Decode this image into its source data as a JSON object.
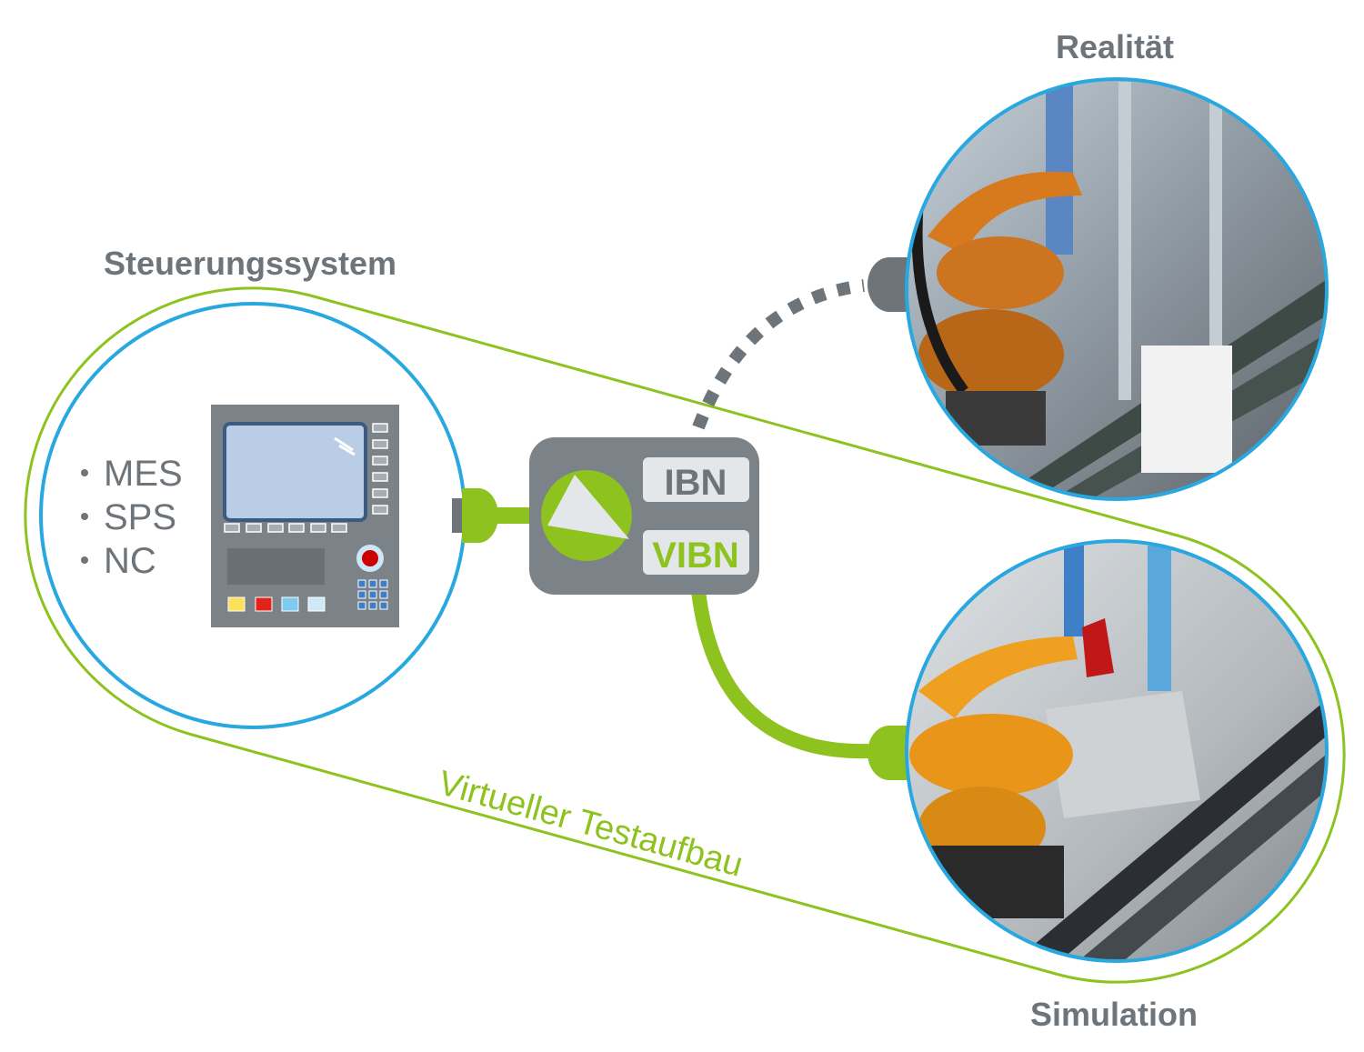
{
  "titles": {
    "control_system": "Steuerungssystem",
    "reality": "Realität",
    "simulation": "Simulation"
  },
  "control_bullets": [
    "MES",
    "SPS",
    "NC"
  ],
  "switch": {
    "ibn_label": "IBN",
    "vibn_label": "VIBN"
  },
  "loop_label": "Virtueller Testaufbau",
  "colors": {
    "green": "#8dc21f",
    "blue": "#29a8e0",
    "gray": "#6d747a",
    "panel": "#7b8389"
  }
}
